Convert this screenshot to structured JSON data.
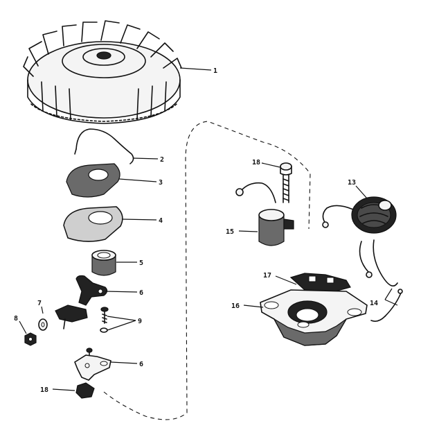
{
  "callouts": {
    "c1": "1",
    "c2": "2",
    "c3": "3",
    "c4": "4",
    "c5": "5",
    "c6a": "6",
    "c6b": "6",
    "c7": "7",
    "c8": "8",
    "c9": "9",
    "c13": "13",
    "c14": "14",
    "c15": "15",
    "c16": "16",
    "c17": "17",
    "c18a": "18",
    "c18b": "18"
  },
  "icons": {
    "flywheel": "flywheel-icon",
    "spring_clip": "spring-clip-icon",
    "cover_plate": "cover-plate-icon",
    "gasket": "gasket-icon",
    "bushing": "bushing-icon",
    "breaker_arm": "breaker-arm-icon",
    "terminal": "terminal-icon",
    "nut": "nut-icon",
    "washer": "washer-icon",
    "screw": "screw-icon",
    "breaker_plate": "breaker-plate-icon",
    "felt_wick": "felt-wick-icon",
    "condenser": "condenser-icon",
    "coil": "ignition-coil-icon",
    "lead_wire": "lead-wire-icon",
    "stator_base": "stator-base-icon"
  }
}
